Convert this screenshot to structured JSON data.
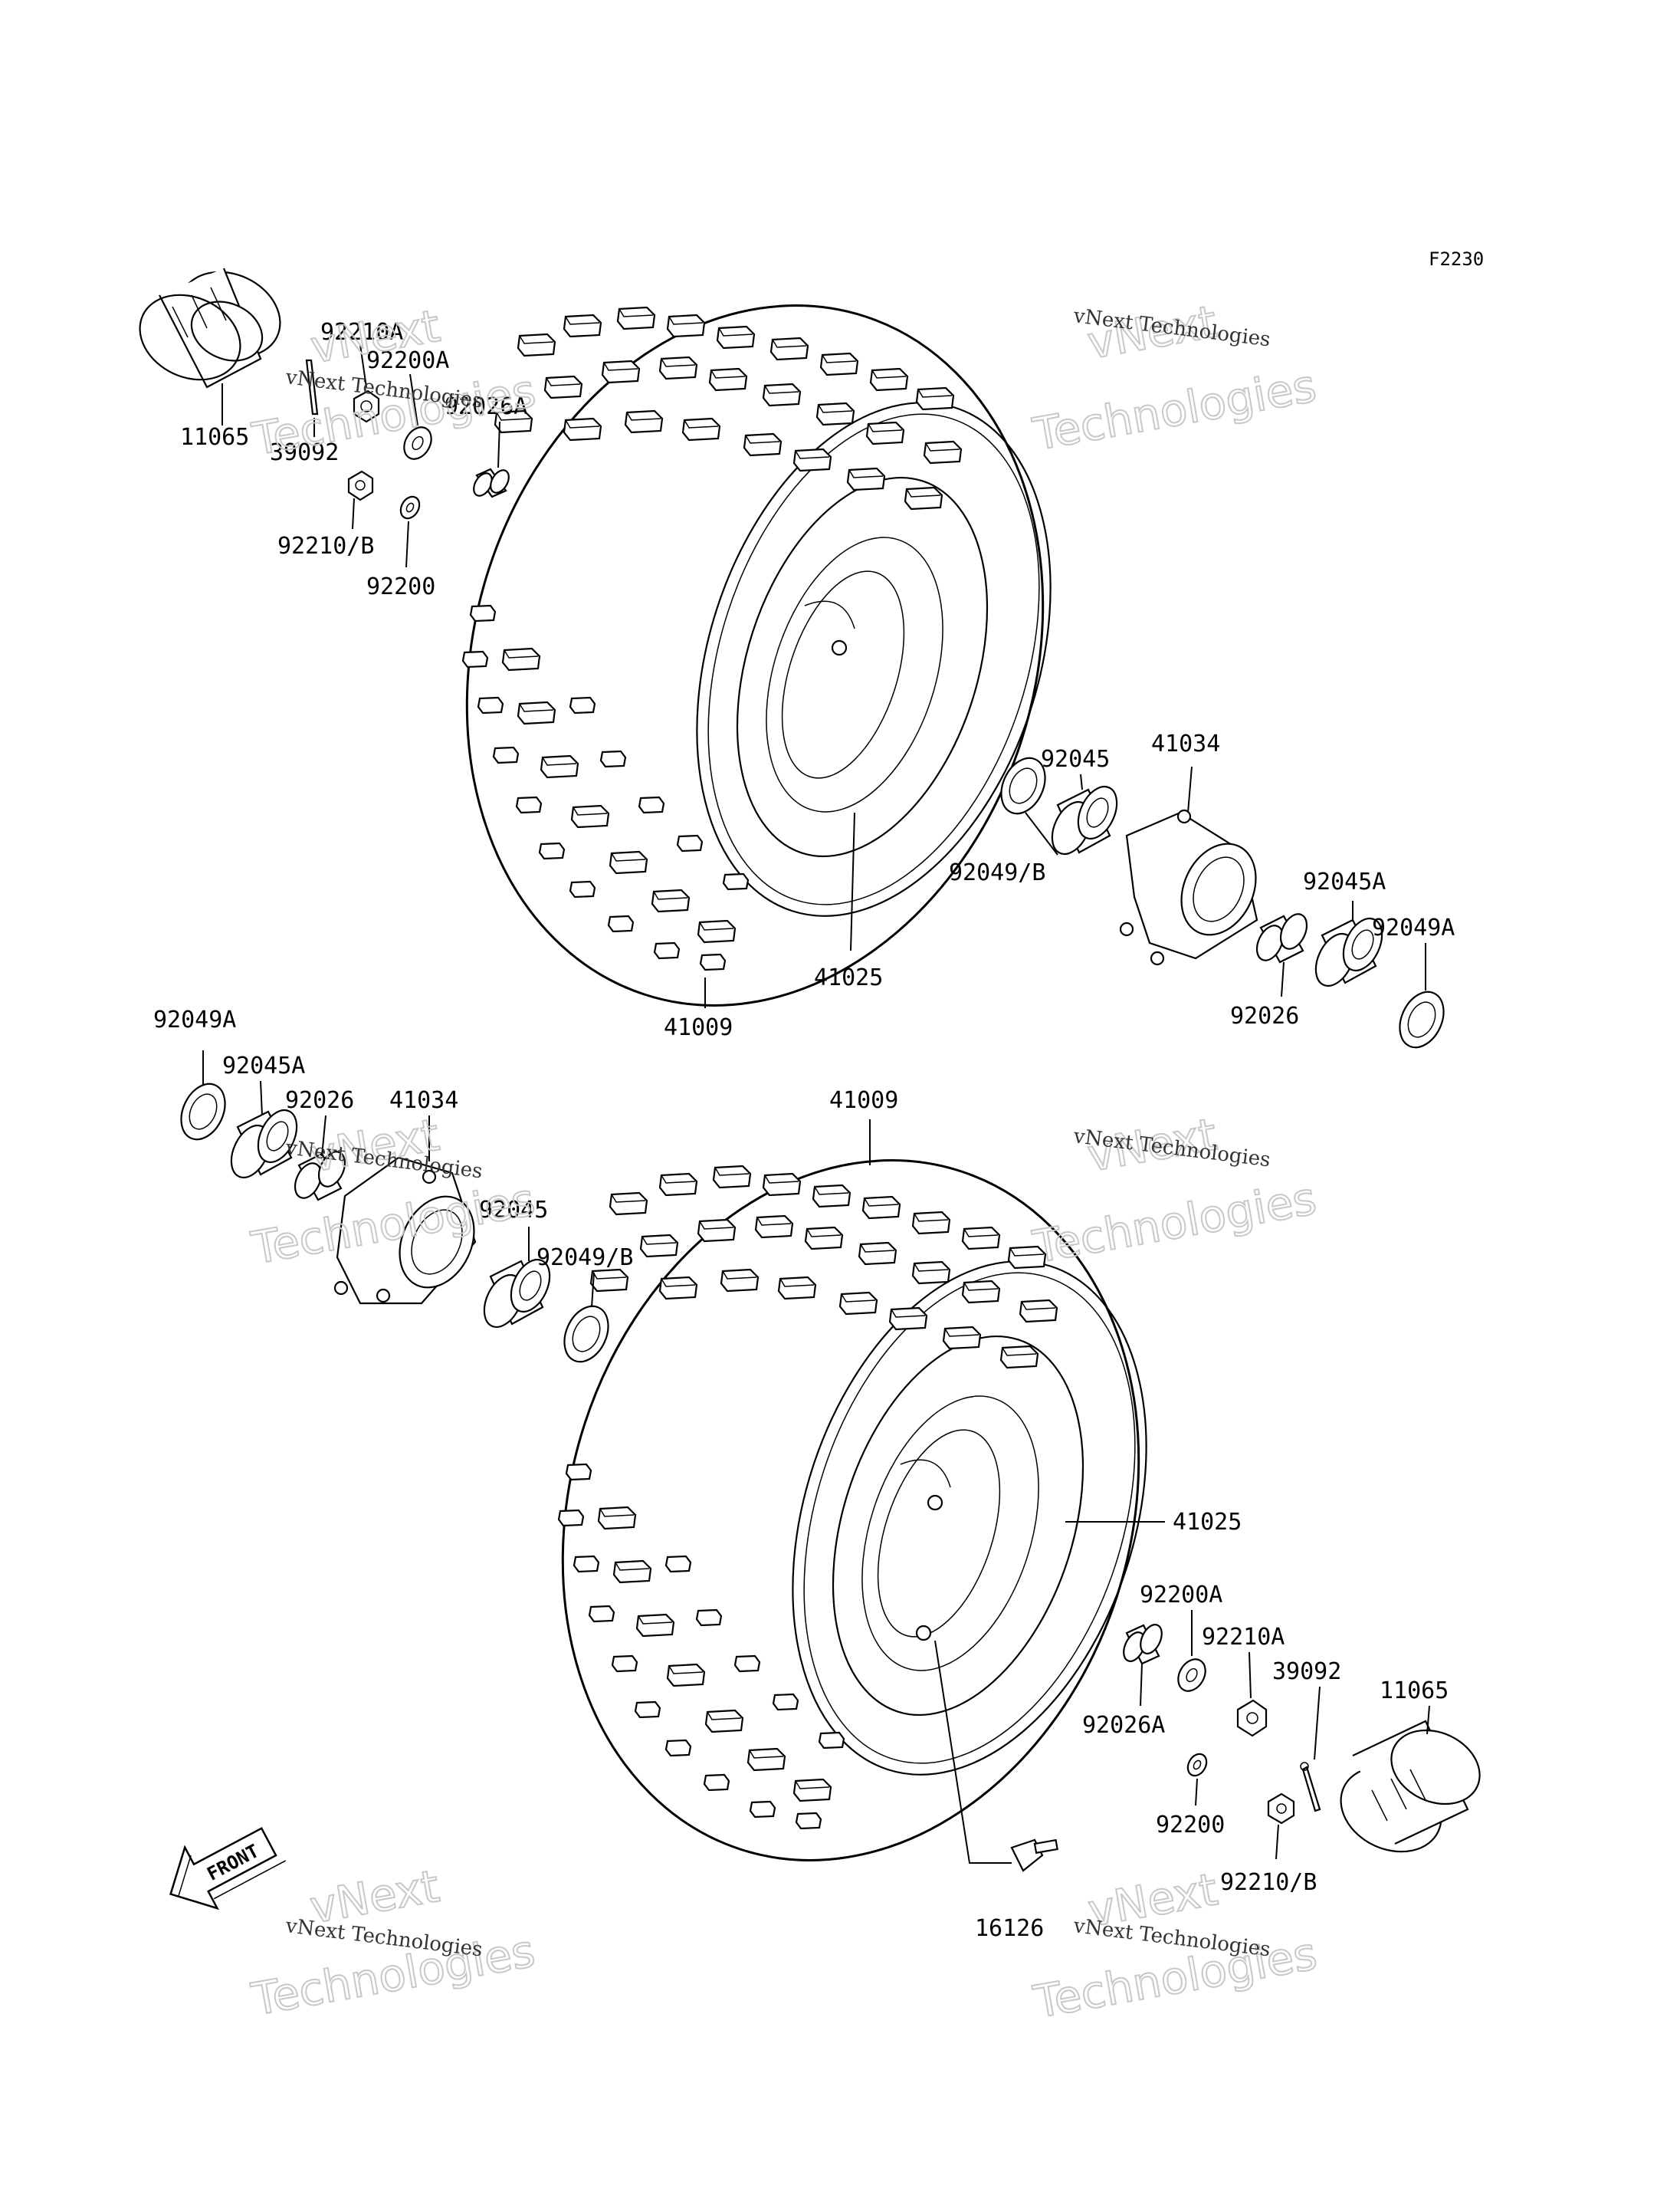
{
  "figure_code": "F2230",
  "watermark": {
    "line1": "vNext Technologies",
    "line2": "vNext",
    "line3": "Technologies"
  },
  "front_arrow_label": "FRONT",
  "upper_assembly": {
    "labels": {
      "p11065": "11065",
      "p92210A": "92210A",
      "p92200A": "92200A",
      "p39092": "39092",
      "p92026A": "92026A",
      "p92210B": "92210/B",
      "p92200": "92200",
      "p92045": "92045",
      "p41034": "41034",
      "p92049B": "92049/B",
      "p92045A": "92045A",
      "p92049A": "92049A",
      "p92026": "92026",
      "p41025": "41025",
      "p41009": "41009"
    }
  },
  "lower_assembly": {
    "labels": {
      "p92049A": "92049A",
      "p92045A": "92045A",
      "p92026": "92026",
      "p41034": "41034",
      "p41009": "41009",
      "p92045": "92045",
      "p92049B": "92049/B",
      "p41025": "41025",
      "p92200A": "92200A",
      "p92210A": "92210A",
      "p39092": "39092",
      "p11065": "11065",
      "p92026A": "92026A",
      "p92200": "92200",
      "p92210B": "92210/B",
      "p16126": "16126"
    }
  }
}
